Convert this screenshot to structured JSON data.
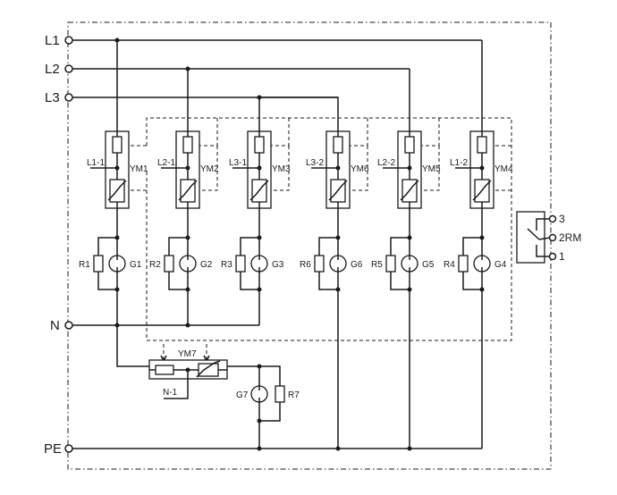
{
  "terminals": {
    "l1": "L1",
    "l2": "L2",
    "l3": "L3",
    "n": "N",
    "pe": "PE"
  },
  "protection_modules": [
    {
      "name": "L1-1",
      "module": "YM1",
      "resistor": "R1",
      "gdt": "G1"
    },
    {
      "name": "L2-1",
      "module": "YM2",
      "resistor": "R2",
      "gdt": "G2"
    },
    {
      "name": "L3-1",
      "module": "YM3",
      "resistor": "R3",
      "gdt": "G3"
    },
    {
      "name": "L3-2",
      "module": "YM6",
      "resistor": "R6",
      "gdt": "G6"
    },
    {
      "name": "L2-2",
      "module": "YM5",
      "resistor": "R5",
      "gdt": "G5"
    },
    {
      "name": "L1-2",
      "module": "YM4",
      "resistor": "R4",
      "gdt": "G4"
    }
  ],
  "n_module": {
    "name": "N-1",
    "module": "YM7",
    "resistor": "R7",
    "gdt": "G7"
  },
  "remote_signal": {
    "pin_3": "3",
    "pin_2": "2RM",
    "pin_1": "1"
  }
}
